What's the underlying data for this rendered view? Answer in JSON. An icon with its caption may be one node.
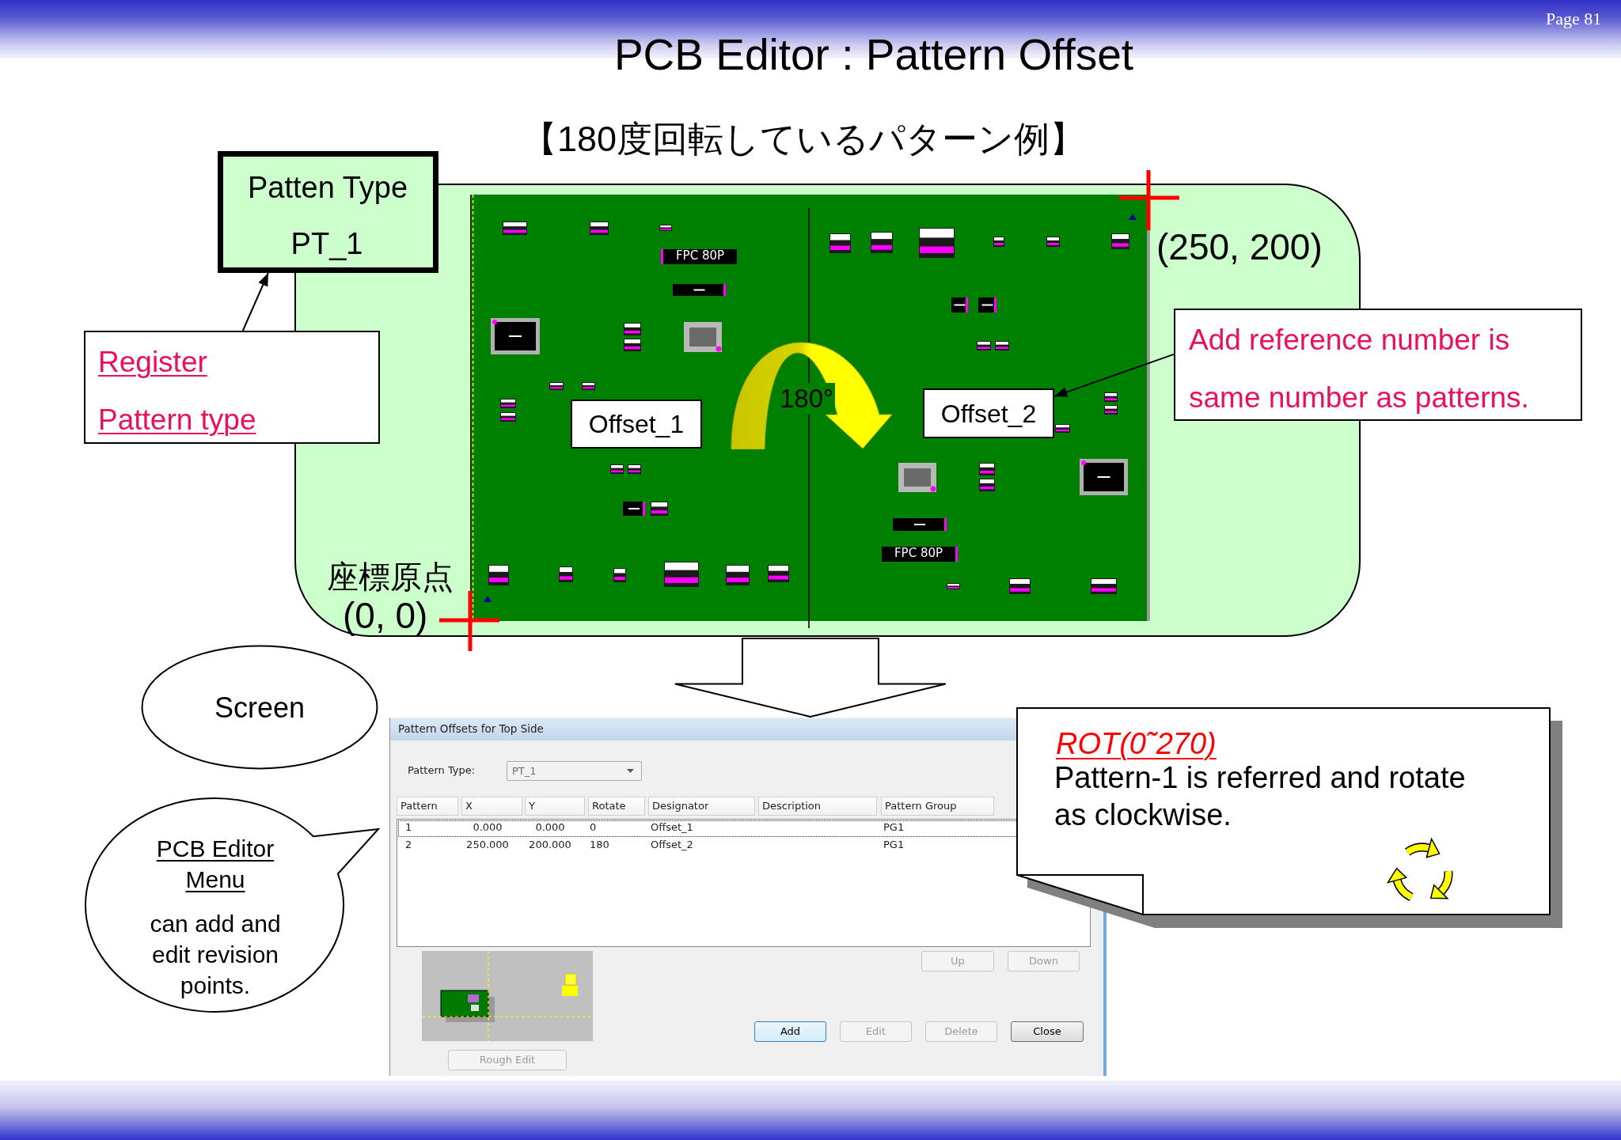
{
  "diagram": {
    "title": "PCB Editor : Pattern Offset",
    "nodes": [
      {
        "text": [
          "Patten Type",
          "PT_1"
        ]
      },
      {
        "text": [
          "Register Pattern type"
        ]
      },
      {
        "text": [
          "(250, 200)",
          "座標原点",
          "(0, 0)"
        ]
      },
      {
        "text": [
          "Offset_1"
        ],
        "in": 2
      },
      {
        "text": [
          "Offset_2"
        ],
        "in": 2
      },
      {
        "text": [
          "Add reference number is same number as patterns."
        ]
      },
      {
        "text": [
          "Screen"
        ]
      },
      {
        "text": [
          "PCB Editor Menu",
          "can add and edit revision points."
        ]
      },
      {
        "text": [
          "Pattern Offsets for Top Side"
        ]
      },
      {
        "text": [
          "ROT(0˜270)",
          "Pattern-1 is referred and rotate as clockwise."
        ]
      }
    ],
    "edges": [
      {
        "from": 1,
        "to": 0,
        "arrow": "to"
      },
      {
        "from": 5,
        "to": 4,
        "arrow": "to"
      },
      {
        "from": 2,
        "to": 8,
        "arrow": "to"
      }
    ],
    "labels": [
      "Page 81",
      "【180度回転しているパターン例】",
      "FPC 80P",
      "180°",
      "FPC 80P",
      "Pattern Type:",
      "PT_1",
      "Pattern",
      "X",
      "Y",
      "Rotate",
      "Designator",
      "Description",
      "Pattern Group",
      "1",
      "0.000",
      "0.000",
      "0",
      "Offset_1",
      "PG1",
      "2",
      "250.000",
      "200.000",
      "180",
      "Offset_2",
      "PG1",
      "Up",
      "Down",
      "Add",
      "Edit",
      "Delete",
      "Close",
      "Rough Edit"
    ]
  }
}
